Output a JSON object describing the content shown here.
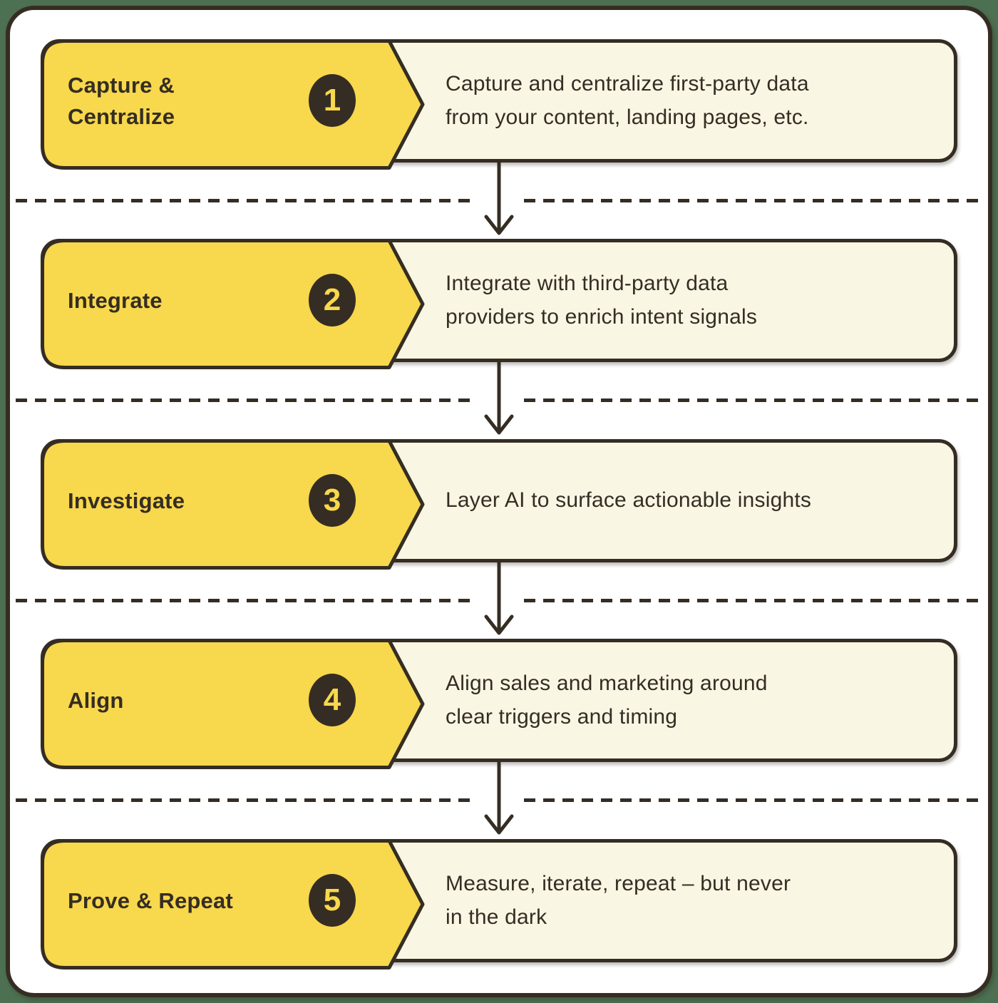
{
  "steps": [
    {
      "number": "1",
      "title": "Capture &\nCentralize",
      "description": "Capture and centralize first-party data\nfrom your content, landing pages, etc."
    },
    {
      "number": "2",
      "title": "Integrate",
      "description": "Integrate with third-party data\nproviders to enrich intent signals"
    },
    {
      "number": "3",
      "title": "Investigate",
      "description": "Layer AI to surface actionable insights"
    },
    {
      "number": "4",
      "title": "Align",
      "description": "Align sales and marketing around\nclear triggers and timing"
    },
    {
      "number": "5",
      "title": "Prove & Repeat",
      "description": "Measure, iterate, repeat – but never\nin the dark"
    }
  ],
  "colors": {
    "yellow": "#F8D84C",
    "cream": "#FAF6E4",
    "dark": "#352D23",
    "green": "#4C7051",
    "card": "#FFFFFF"
  }
}
